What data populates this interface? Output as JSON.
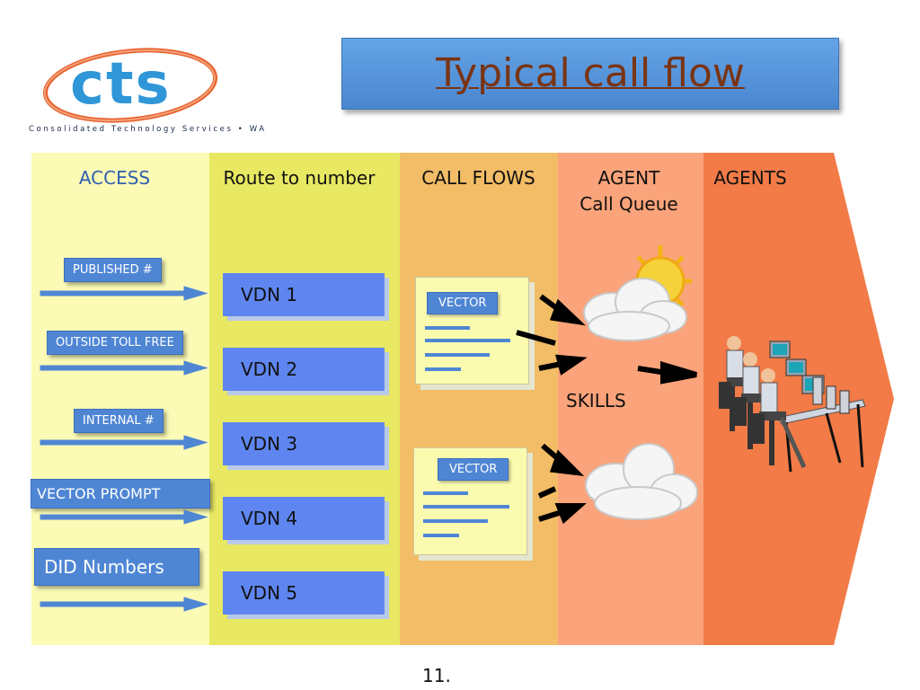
{
  "logo": {
    "text": "cts",
    "tagline": "Consolidated Technology Services • WA"
  },
  "title": "Typical call flow",
  "columns": {
    "access": "ACCESS",
    "route": "Route to number",
    "call_flows": "CALL  FLOWS",
    "agent_queue_line1": "AGENT",
    "agent_queue_line2": "Call Queue",
    "agents": "AGENTS"
  },
  "access_items": [
    "PUBLISHED #",
    "OUTSIDE TOLL FREE",
    "INTERNAL #",
    "VECTOR PROMPT",
    "DID Numbers"
  ],
  "vdns": [
    "VDN  1",
    "VDN  2",
    "VDN  3",
    "VDN  4",
    "VDN  5"
  ],
  "vectors": [
    "VECTOR",
    "VECTOR"
  ],
  "skills": "SKILLS",
  "page_number": "11.",
  "colors": {
    "access_band": "#fbfbb6",
    "route_band": "#e8e863",
    "call_flows_band": "#f2bd66",
    "agent_queue_band": "#fba37a",
    "agents_band": "#f27b47",
    "label_blue": "#4f86d4",
    "vdn_blue": "#5f86f0",
    "title_text": "#7a3413"
  },
  "icons": [
    "sun-icon",
    "cloud-icon",
    "cloud-icon",
    "call-center-agents-icon"
  ]
}
